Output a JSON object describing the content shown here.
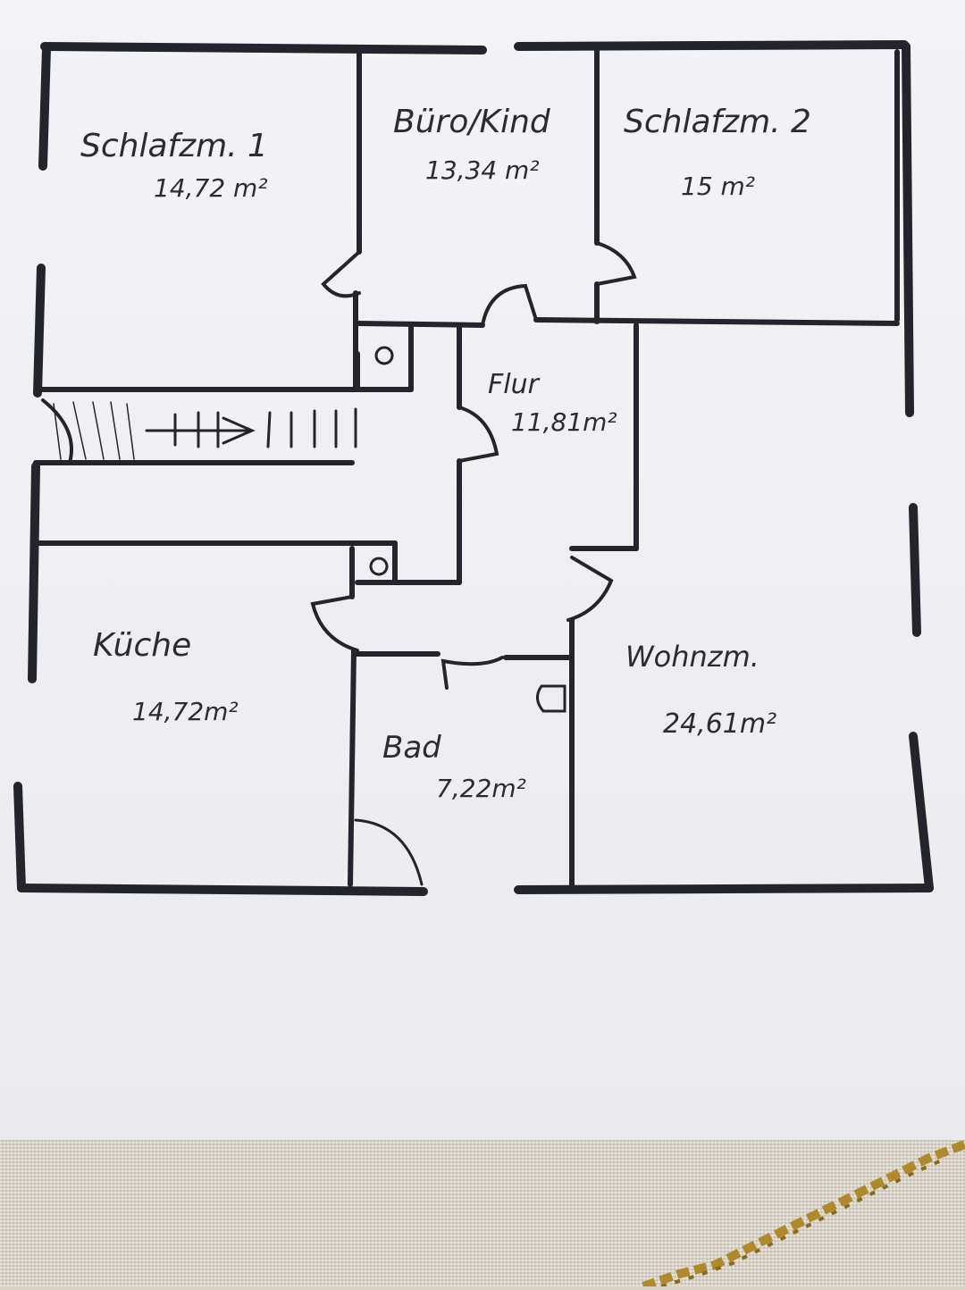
{
  "rooms": [
    {
      "key": "schlafzimmer1",
      "name": "Schlafzm. 1",
      "area": "14,72 m²"
    },
    {
      "key": "buero",
      "name": "Büro/Kind",
      "area": "13,34 m²"
    },
    {
      "key": "schlafzimmer2",
      "name": "Schlafzm. 2",
      "area": "15 m²"
    },
    {
      "key": "flur",
      "name": "Flur",
      "area": "11,81m²"
    },
    {
      "key": "kueche",
      "name": "Küche",
      "area": "14,72m²"
    },
    {
      "key": "bad",
      "name": "Bad",
      "area": "7,22m²"
    },
    {
      "key": "wohnzimmer",
      "name": "Wohnzm.",
      "area": "24,61m²"
    }
  ],
  "colors": {
    "ink": "#24242c",
    "paper": "#f1f1f4",
    "fabric": "#ddd6ca",
    "stitch": "#b08a2a"
  }
}
